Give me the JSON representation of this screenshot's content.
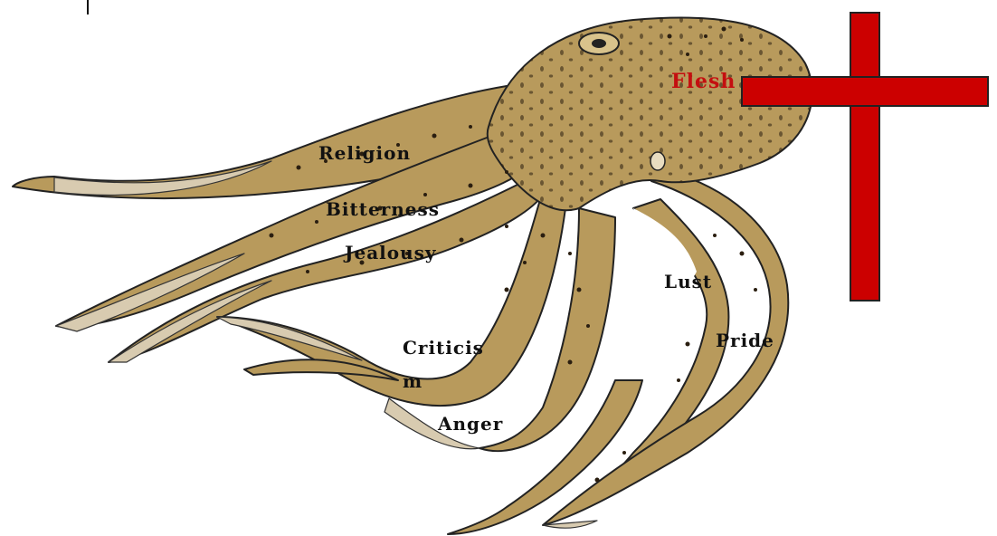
{
  "labels": {
    "flesh": "Flesh",
    "religion": "Religion",
    "bitterness": "Bitterness",
    "jealousy": "Jealousy",
    "lust": "Lust",
    "criticism_line1": "Criticis",
    "criticism_line2": "m",
    "anger": "Anger",
    "pride": "Pride"
  },
  "colors": {
    "octopus_body": "#b89a5c",
    "octopus_shade": "#9a7d45",
    "sucker_side": "#d8cbb0",
    "outline": "#222222",
    "cross": "#cc0000",
    "flesh_text": "#c40f10"
  },
  "icons": {
    "octopus": "octopus-illustration",
    "cross": "red-cross"
  }
}
